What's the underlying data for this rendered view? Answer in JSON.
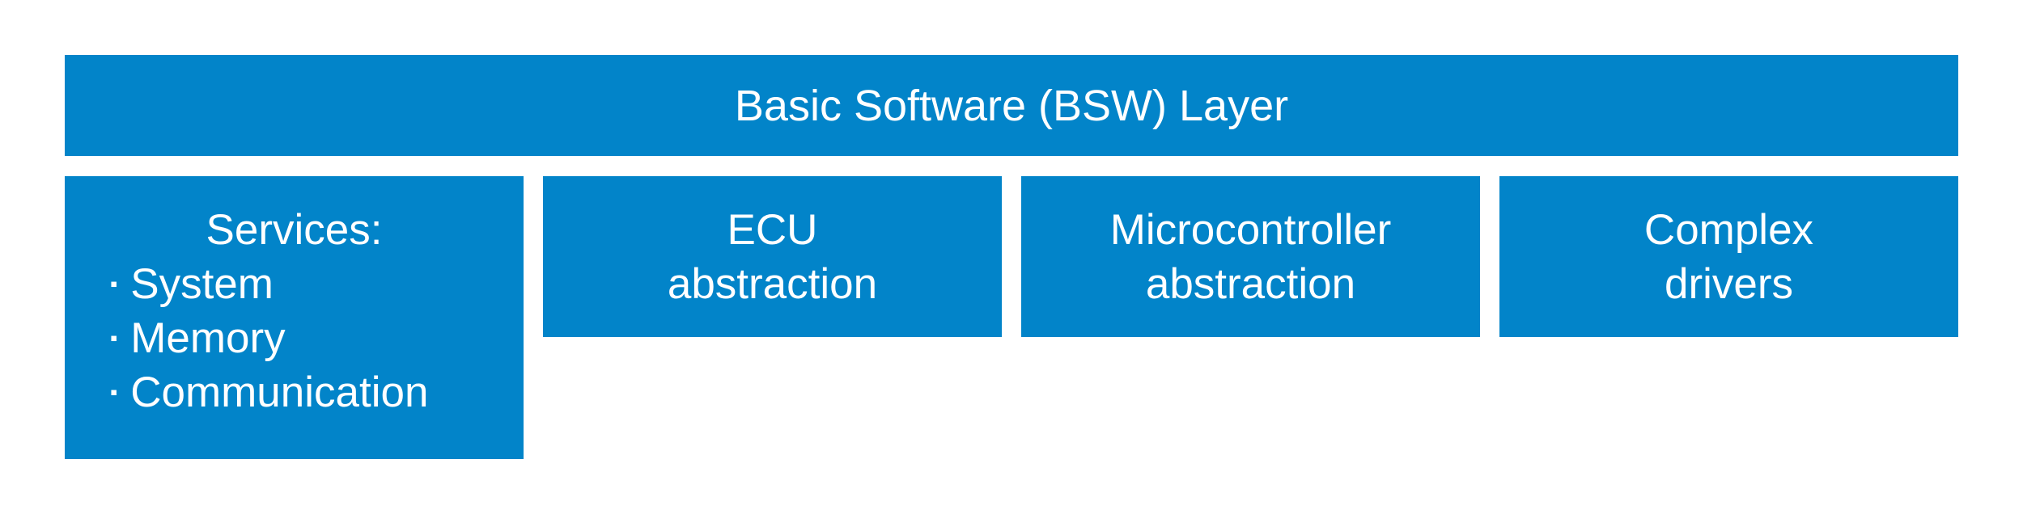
{
  "diagram": {
    "colors": {
      "box_blue": "#0284C9",
      "text_white": "#FFFFFF",
      "page_background": "#FFFFFF"
    },
    "banner": {
      "label": "Basic Software (BSW) Layer"
    },
    "boxes": [
      {
        "name": "services",
        "heading": "Services:",
        "bullet_char": "▪",
        "bullets": [
          "System",
          "Memory",
          "Communication"
        ]
      },
      {
        "name": "ecu-abstraction",
        "lines": [
          "ECU",
          "abstraction"
        ]
      },
      {
        "name": "microcontroller-abstraction",
        "lines": [
          "Microcontroller",
          "abstraction"
        ]
      },
      {
        "name": "complex-drivers",
        "lines": [
          "Complex",
          "drivers"
        ]
      }
    ]
  }
}
